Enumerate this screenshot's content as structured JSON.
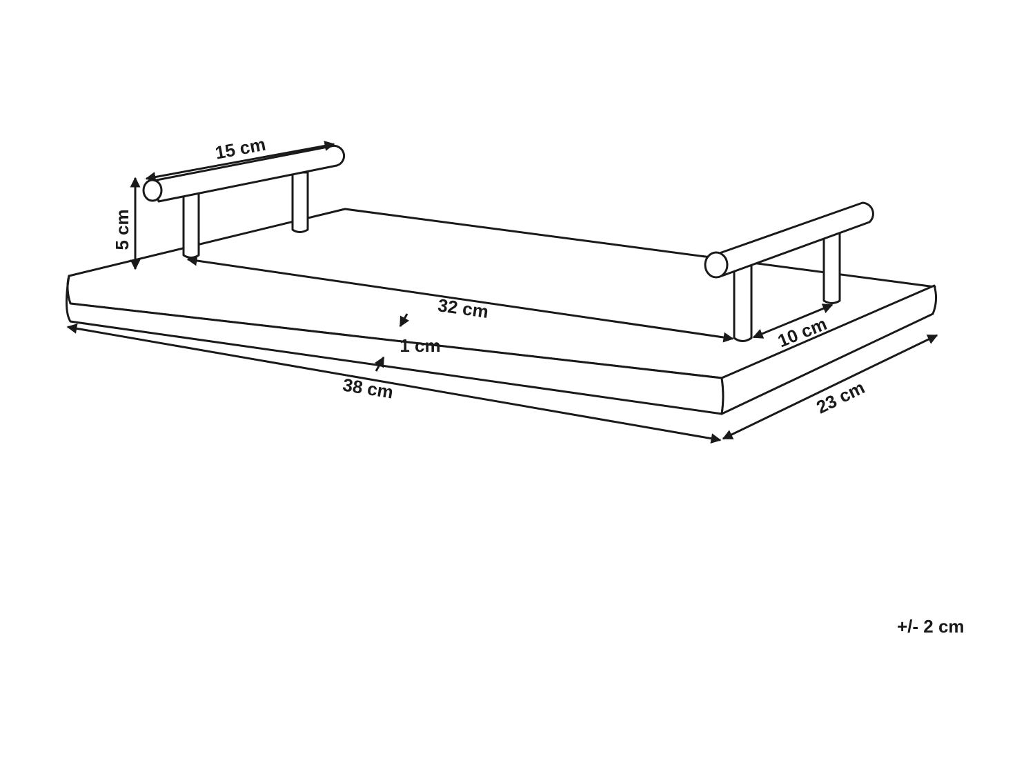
{
  "dimensions": {
    "handle_length": "15 cm",
    "handle_height": "5 cm",
    "inner_length": "32 cm",
    "handle_depth": "10 cm",
    "thickness": "1 cm",
    "total_length": "38 cm",
    "total_width": "23 cm"
  },
  "tolerance": "+/- 2 cm",
  "colors": {
    "line": "#1a1a1a",
    "background": "#ffffff"
  }
}
